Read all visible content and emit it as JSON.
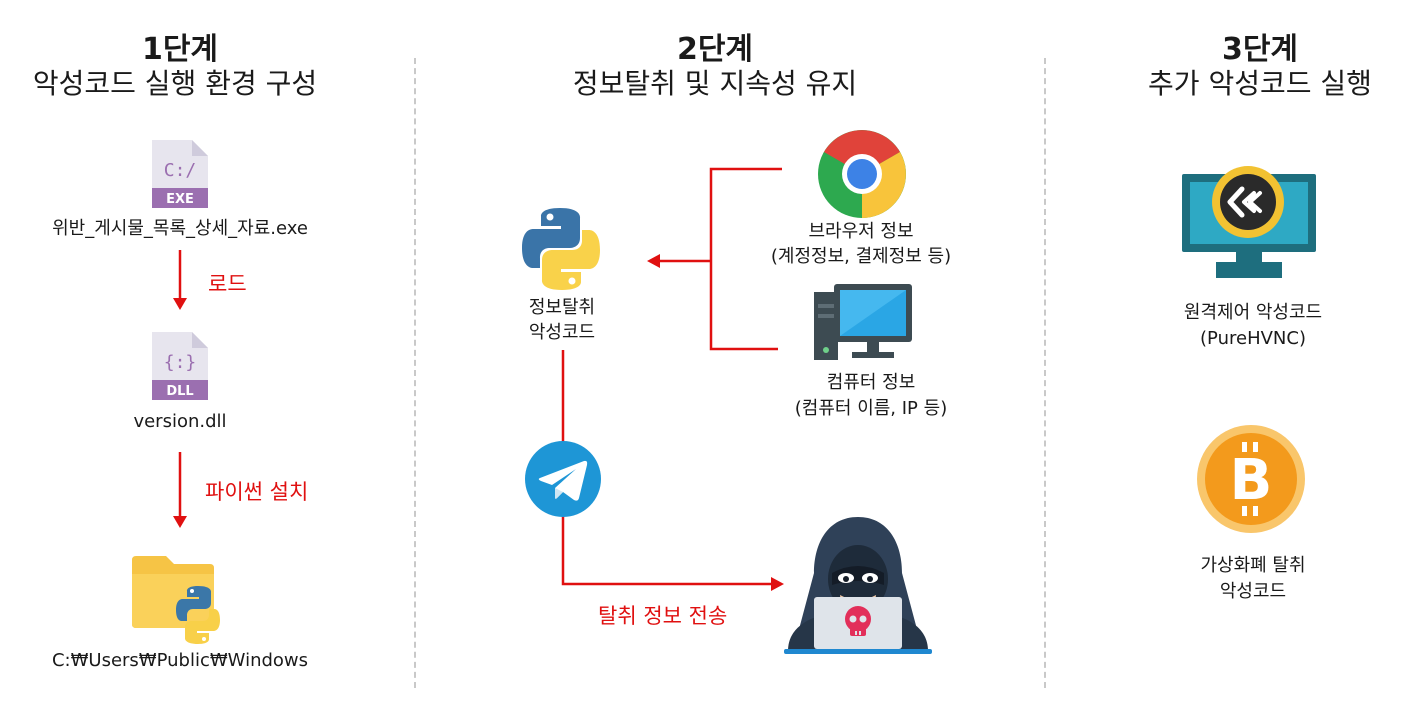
{
  "stage1": {
    "number": "1단계",
    "title": "악성코드 실행 환경 구성",
    "exe_icon_text": "C:/",
    "exe_badge": "EXE",
    "exe_file": "위반_게시물_목록_상세_자료.exe",
    "load_label": "로드",
    "dll_icon_text": "{:}",
    "dll_badge": "DLL",
    "dll_file": "version.dll",
    "install_label": "파이썬 설치",
    "folder_path": "C:₩Users₩Public₩Windows"
  },
  "stage2": {
    "number": "2단계",
    "title": "정보탈취 및 지속성 유지",
    "stealer_line1": "정보탈취",
    "stealer_line2": "악성코드",
    "browser_line1": "브라우저 정보",
    "browser_line2": "(계정정보, 결제정보 등)",
    "computer_line1": "컴퓨터 정보",
    "computer_line2": "(컴퓨터 이름, IP 등)",
    "send_label": "탈취 정보 전송"
  },
  "stage3": {
    "number": "3단계",
    "title": "추가 악성코드 실행",
    "rat_line1": "원격제어 악성코드",
    "rat_line2": "(PureHVNC)",
    "crypto_line1": "가상화폐 탈취",
    "crypto_line2": "악성코드"
  },
  "colors": {
    "arrow_red": "#e01010",
    "file_icon_purple": "#9b6fb0",
    "divider_gray": "#c9c9c9",
    "telegram_blue": "#1e96d6",
    "bitcoin_orange": "#f5a623",
    "monitor_teal": "#1e6e7e"
  }
}
